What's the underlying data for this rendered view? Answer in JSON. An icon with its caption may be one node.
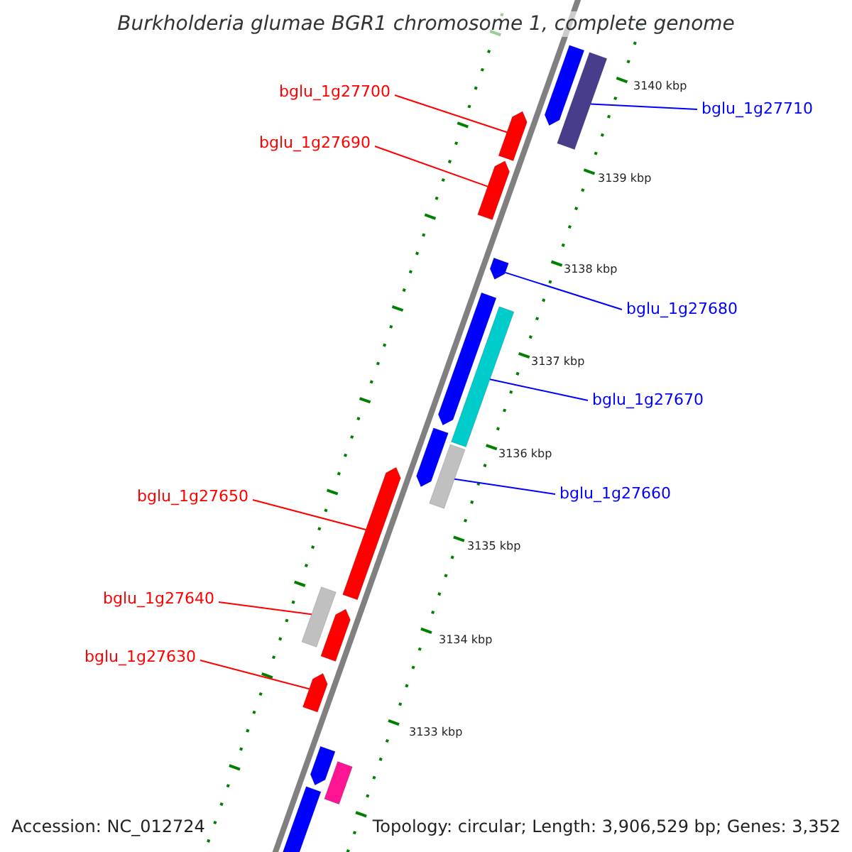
{
  "diagram": {
    "title": "Burkholderia glumae BGR1 chromosome 1, complete genome",
    "nodes": [
      {
        "text": [
          "bglu_1g27710"
        ]
      },
      {
        "text": [
          "bglu_1g27700"
        ]
      },
      {
        "text": [
          "bglu_1g27690"
        ]
      },
      {
        "text": [
          "bglu_1g27680"
        ]
      },
      {
        "text": [
          "bglu_1g27670"
        ]
      },
      {
        "text": [
          "bglu_1g27660"
        ]
      },
      {
        "text": [
          "bglu_1g27650"
        ]
      },
      {
        "text": [
          "bglu_1g27640"
        ]
      },
      {
        "text": [
          "bglu_1g27630"
        ]
      },
      {
        "text": [],
        "shape": "bar"
      },
      {
        "text": [],
        "shape": "bar"
      },
      {
        "text": [],
        "shape": "bar"
      },
      {
        "text": [],
        "shape": "bar"
      },
      {
        "text": [],
        "shape": "bar"
      },
      {
        "text": [],
        "shape": "bar"
      },
      {
        "text": [],
        "shape": "bar"
      },
      {
        "text": [],
        "shape": "bar"
      },
      {
        "text": [],
        "shape": "bar"
      },
      {
        "text": [],
        "shape": "bar"
      },
      {
        "text": [],
        "shape": "bar"
      },
      {
        "text": [],
        "shape": "bar"
      },
      {
        "text": [],
        "shape": "bar"
      },
      {
        "text": [],
        "shape": "bar"
      },
      {
        "text": [],
        "shape": "bar"
      },
      {
        "text": [],
        "shape": "bar"
      }
    ],
    "edges": [
      {
        "from": 0,
        "to": 10,
        "arrow": "none",
        "color": "#0000ff"
      },
      {
        "from": 1,
        "to": 11,
        "arrow": "none"
      },
      {
        "from": 2,
        "to": 12,
        "arrow": "none"
      },
      {
        "from": 3,
        "to": 13,
        "arrow": "none",
        "color": "#0000ff"
      },
      {
        "from": 4,
        "to": 15,
        "arrow": "none",
        "color": "#0000ff"
      },
      {
        "from": 5,
        "to": 17,
        "arrow": "none",
        "color": "#0000ff"
      },
      {
        "from": 6,
        "to": 18,
        "arrow": "none"
      },
      {
        "from": 7,
        "to": 19,
        "arrow": "none"
      },
      {
        "from": 8,
        "to": 21,
        "arrow": "none"
      }
    ],
    "labels": [
      "3140 kbp",
      "3139 kbp",
      "3138 kbp",
      "3137 kbp",
      "3136 kbp",
      "3135 kbp",
      "3134 kbp",
      "3133 kbp",
      "Accession: NC_012724",
      "Topology: circular; Length: 3,906,529 bp; Genes: 3,352"
    ]
  }
}
